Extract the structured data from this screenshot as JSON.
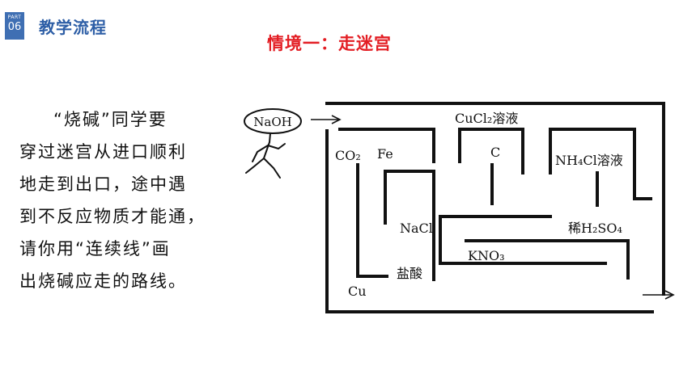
{
  "header": {
    "part_label": "PART",
    "part_number": "06",
    "section_title": "教学流程"
  },
  "scene_title": "情境一：走迷宫",
  "description_lines": [
    "“烧碱”同学要",
    "穿过迷宫从进口顺利",
    "地走到出口，途中遇",
    "到不反应物质才能通，",
    "请你用“连续线”画",
    "出烧碱应走的路线。"
  ],
  "maze": {
    "start_label": "NaOH",
    "items": {
      "cucl2": "CuCl₂溶液",
      "co2": "CO₂",
      "fe": "Fe",
      "c": "C",
      "nh4cl": "NH₄Cl溶液",
      "nacl": "NaCl",
      "h2so4": "稀H₂SO₄",
      "kno3": "KNO₃",
      "hcl": "盐酸",
      "cu": "Cu"
    }
  }
}
